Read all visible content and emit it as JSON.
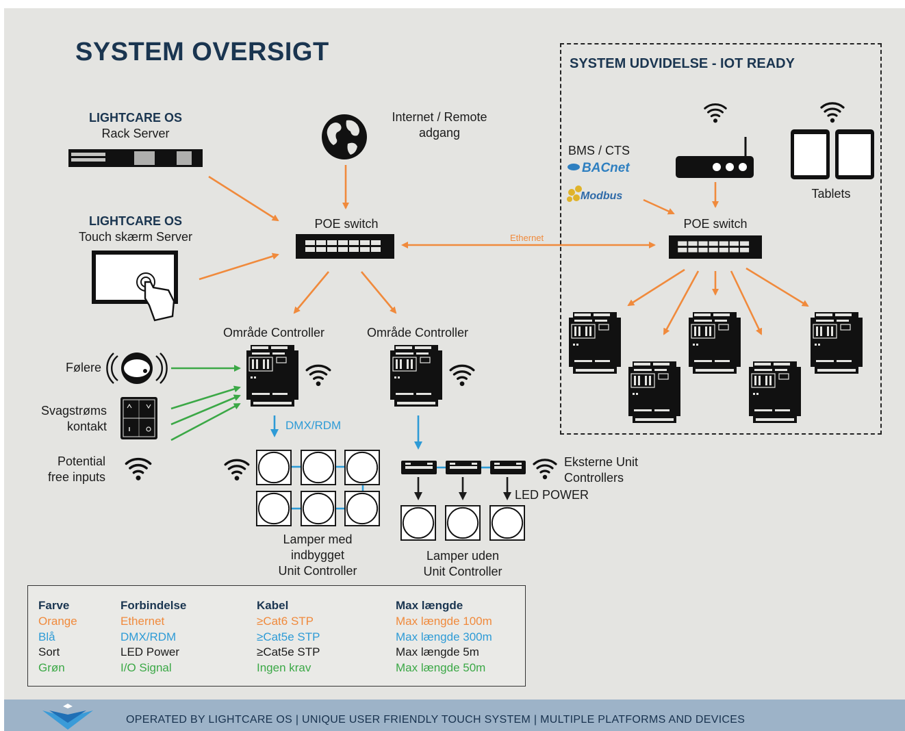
{
  "title": "SYSTEM OVERSIGT",
  "extension_title": "SYSTEM UDVIDELSE - IOT READY",
  "rack_server": {
    "line1": "LIGHTCARE OS",
    "line2": "Rack Server"
  },
  "touch_server": {
    "line1": "LIGHTCARE OS",
    "line2": "Touch skærm Server"
  },
  "internet": {
    "line1": "Internet / Remote",
    "line2": "adgang"
  },
  "poe_switch_left": "POE switch",
  "poe_switch_right": "POE switch",
  "ethernet_label": "Ethernet",
  "bms": {
    "line1": "BMS / CTS",
    "bacnet": "BACnet",
    "modbus": "Modbus"
  },
  "tablets": "Tablets",
  "controller_left": "Område Controller",
  "controller_right": "Område Controller",
  "foelere": "Følere",
  "svagstroms": {
    "line1": "Svagstrøms",
    "line2": "kontakt"
  },
  "potential": {
    "line1": "Potential",
    "line2": "free inputs"
  },
  "dmx_rdm": "DMX/RDM",
  "eksterne": {
    "line1": "Eksterne Unit",
    "line2": "Controllers"
  },
  "led_power": "LED POWER",
  "lamps_with": {
    "line1": "Lamper med",
    "line2": "indbygget",
    "line3": "Unit Controller"
  },
  "lamps_without": {
    "line1": "Lamper uden",
    "line2": "Unit Controller"
  },
  "legend": {
    "headers": [
      "Farve",
      "Forbindelse",
      "Kabel",
      "Max længde"
    ],
    "rows": [
      {
        "farve": "Orange",
        "forbindelse": "Ethernet",
        "kabel": "≥Cat6 STP",
        "max": "Max længde 100m",
        "color": "#f08a3c"
      },
      {
        "farve": "Blå",
        "forbindelse": "DMX/RDM",
        "kabel": "≥Cat5e STP",
        "max": "Max længde 300m",
        "color": "#2e9bd6"
      },
      {
        "farve": "Sort",
        "forbindelse": "LED Power",
        "kabel": "≥Cat5e STP",
        "max": "Max længde 5m",
        "color": "#1b1b1b"
      },
      {
        "farve": "Grøn",
        "forbindelse": "I/O Signal",
        "kabel": "Ingen krav",
        "max": "Max længde 50m",
        "color": "#3ba846"
      }
    ]
  },
  "footer": "OPERATED BY LIGHTCARE OS  |  UNIQUE USER FRIENDLY TOUCH SYSTEM  |  MULTIPLE PLATFORMS AND DEVICES",
  "colors": {
    "orange": "#f08a3c",
    "blue": "#2e9bd6",
    "black": "#1b1b1b",
    "green": "#3ba846",
    "navy": "#1a3550"
  }
}
